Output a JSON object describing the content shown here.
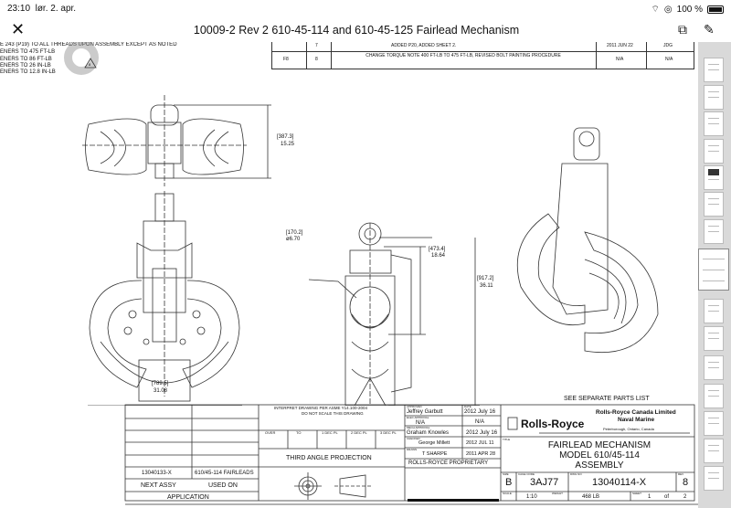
{
  "status": {
    "time": "23:10",
    "date": "lør. 2. apr.",
    "battery": "100 %"
  },
  "header": {
    "title": "10009-2 Rev 2 610-45-114 and 610-45-125 Fairlead Mechanism",
    "close_icon": "close-icon",
    "cast_icon": "airplay-icon",
    "edit_icon": "pencil-icon"
  },
  "notes": [
    "E 243 (P19) TO ALL THREADS UPON ASSEMBLY EXCEPT AS NOTED",
    "ENERS TO 475 FT-LB",
    "ENERS TO 86 FT-LB",
    "ENERS TO 26 IN-LB",
    "ENERS TO 12.8 IN-LB"
  ],
  "warning_number": "8",
  "revisions": [
    {
      "zone": "",
      "rev": "7",
      "desc": "ADDED P20, ADDED SHEET 2.",
      "date": "2011 JUN 22",
      "by": "JDG"
    },
    {
      "zone": "F8",
      "rev": "8",
      "desc": "CHANGE TORQUE NOTE 400 FT-LB TO 475 FT-LB, REVISED BOLT PAINTING PROCEDURE",
      "date": "N/A",
      "by": "N/A"
    }
  ],
  "dimensions": {
    "top_height": [
      "[387.3]",
      "15.25"
    ],
    "width": [
      "[789.5]",
      "31.08"
    ],
    "diameter": [
      "[170.2]",
      "ø6.70"
    ],
    "mid_height": [
      "[473.4]",
      "18.64"
    ],
    "total_height": [
      "[917.2]",
      "36.11"
    ]
  },
  "parts_list": "SEE SEPARATE PARTS LIST",
  "title_block": {
    "interpret": "INTERPRET DRAWING PER ASME Y14.100-2004",
    "noscale": "DO NOT SCALE THIS DRAWING",
    "tol_headers": [
      "OVER",
      "TO",
      "1 DEC PL",
      "2 DEC PL",
      "3 DEC PL"
    ],
    "projection": "THIRD ANGLE PROJECTION",
    "next_assy_value": "13040133-X",
    "used_on_value": "610/45-114 FAIRLEADS",
    "next_assy": "NEXT ASSY",
    "used_on": "USED ON",
    "application": "APPLICATION",
    "approved_label": "APPROVED",
    "approved": "Jeffrey Garbutt",
    "approved_date": "2012 July 16",
    "elec_label": "ELEC APPROVAL",
    "elec": "N/A",
    "elec_date": "N/A",
    "mech_label": "MECH APPROVAL",
    "mech": "Graham Knowles",
    "mech_date": "2012 July 16",
    "checked_label": "CHECKED",
    "checked": "George Millett",
    "checked_date": "2012 JUL 11",
    "drawn_label": "DRAWN",
    "drawn": "T SHARPE",
    "drawn_date": "2011 APR 28",
    "date_label": "DATE",
    "proprietary": "ROLLS-ROYCE PROPRIETARY",
    "brand": "Rolls-Royce",
    "company": "Rolls-Royce Canada Limited",
    "division": "Naval Marine",
    "location": "Peterborough, Ontario, Canada",
    "title_label": "TITLE",
    "title": [
      "FAIRLEAD MECHANISM",
      "MODEL 610/45-114",
      "ASSEMBLY"
    ],
    "size_label": "SIZE",
    "size": "B",
    "cage_label": "CAGE CODE",
    "cage": "3AJ77",
    "dwg_label": "DWG NO",
    "dwg": "13040114-X",
    "rev_label": "REV",
    "rev": "8",
    "scale_label": "SCALE",
    "scale": "1:10",
    "weight_label": "WEIGHT",
    "weight": "468 LB",
    "sheet_label": "SHEET",
    "sheet": "1",
    "of": "of",
    "sheets": "2"
  },
  "thumbnails_count": 15
}
